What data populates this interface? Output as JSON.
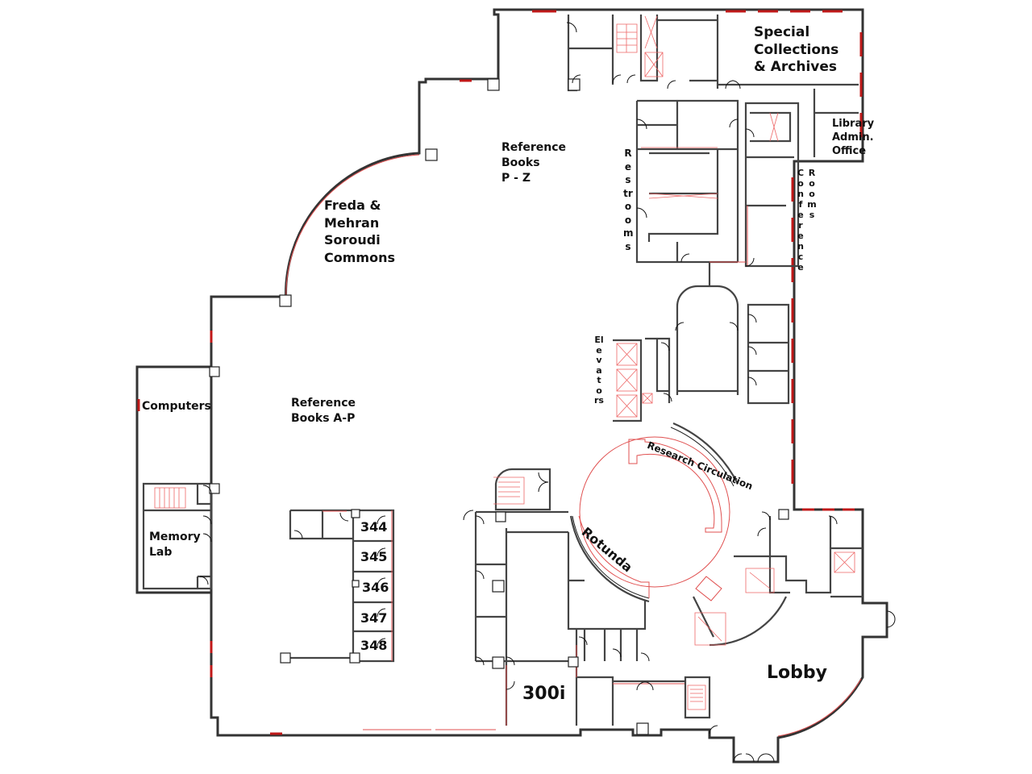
{
  "map": {
    "type": "floor plan",
    "colors": {
      "wall": "#333333",
      "accent_red": "#c01818",
      "stair_red": "#ee6666",
      "background": "#ffffff"
    }
  },
  "labels": {
    "special_collections": "Special\nCollections\n& Archives",
    "library_admin": "Library\nAdmin.\nOffice",
    "reference_pz": "Reference\nBooks\nP - Z",
    "restrooms": "Restrooms",
    "conference": "Conference",
    "rooms": "Rooms",
    "commons": "Freda &\nMehran\nSoroudi\nCommons",
    "computers": "Computers",
    "reference_ap": "Reference\nBooks A-P",
    "elevators": "Elevators",
    "research_circulation": "Research Circulation",
    "rotunda": "Rotunda",
    "memory_lab": "Memory\nLab",
    "lobby": "Lobby",
    "room_300i": "300i",
    "rooms_numbered": [
      "344",
      "345",
      "346",
      "347",
      "348"
    ]
  }
}
